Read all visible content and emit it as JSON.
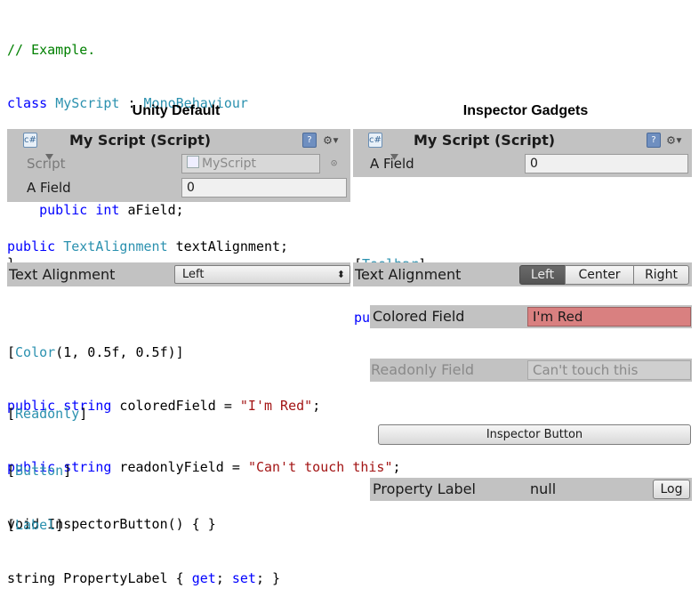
{
  "top_code": {
    "comment": "// Example.",
    "kw_class": "class",
    "class_name": "MyScript",
    "colon": " : ",
    "base": "MonoBehaviour",
    "open": "{",
    "kw_public": "public",
    "kw_int": "int",
    "field": " aField;",
    "close": "}"
  },
  "headings": {
    "left": "Unity Default",
    "right": "Inspector Gadgets"
  },
  "component": {
    "title": "My Script (Script)",
    "script_label": "Script",
    "script_value": "MyScript",
    "field_label": "A Field",
    "field_value": "0"
  },
  "alignment": {
    "attr_open": "[",
    "attr_name": "Toolbar",
    "attr_close": "]",
    "kw_public": "public",
    "type": "TextAlignment",
    "name": " textAlignment;",
    "label": "Text Alignment",
    "dropdown_value": "Left",
    "dropdown_arrow": "⬍",
    "options": [
      "Left",
      "Center",
      "Right"
    ],
    "selected": "Left"
  },
  "colored": {
    "attr_open": "[",
    "attr_name": "Color",
    "attr_args": "(1, 0.5f, 0.5f)]",
    "kw_public": "public",
    "kw_string": "string",
    "name": " coloredField = ",
    "literal": "\"I'm Red\"",
    "semi": ";",
    "label": "Colored Field",
    "value": "I'm Red",
    "tint": "#d98080"
  },
  "readonly": {
    "attr_open": "[",
    "attr_name": "Readonly",
    "attr_close": "]",
    "kw_public": "public",
    "kw_string": "string",
    "name": " readonlyField = ",
    "literal": "\"Can't touch this\"",
    "semi": ";",
    "label": "Readonly Field",
    "value": "Can't touch this"
  },
  "button": {
    "attr_open": "[",
    "attr_name": "Button",
    "attr_close": "]",
    "code": "void InspectorButton() { }",
    "label": "Inspector Button"
  },
  "label_prop": {
    "attr_open": "[",
    "attr_name": "Label",
    "attr_close": "]",
    "code_a": "string PropertyLabel { ",
    "kw_get": "get",
    "code_b": "; ",
    "kw_set": "set",
    "code_c": "; }",
    "label": "Property Label",
    "value": "null",
    "log_label": "Log"
  }
}
